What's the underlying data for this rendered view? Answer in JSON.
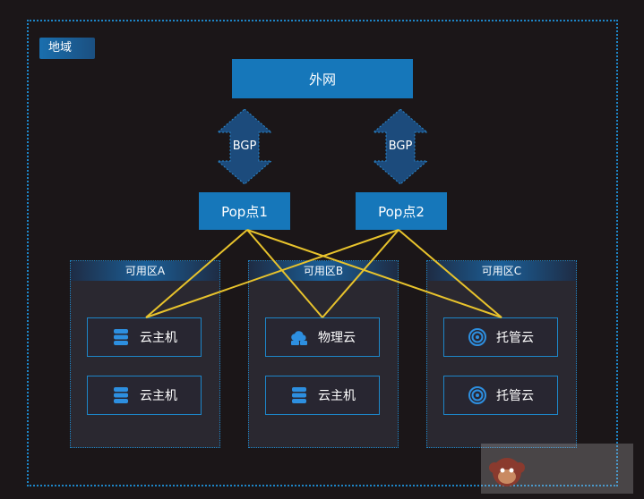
{
  "region": {
    "label": "地域"
  },
  "wan": {
    "label": "外网"
  },
  "bgp": [
    "BGP",
    "BGP"
  ],
  "pops": [
    "Pop点1",
    "Pop点2"
  ],
  "zones": [
    {
      "title": "可用区A",
      "nodes": [
        {
          "label": "云主机",
          "icon": "server-stack-icon"
        },
        {
          "label": "云主机",
          "icon": "server-stack-icon"
        }
      ]
    },
    {
      "title": "可用区B",
      "nodes": [
        {
          "label": "物理云",
          "icon": "physical-cloud-icon"
        },
        {
          "label": "云主机",
          "icon": "server-stack-icon"
        }
      ]
    },
    {
      "title": "可用区C",
      "nodes": [
        {
          "label": "托管云",
          "icon": "target-icon"
        },
        {
          "label": "托管云",
          "icon": "target-icon"
        }
      ]
    }
  ],
  "colors": {
    "background": "#1b1618",
    "accent": "#1677ba",
    "border": "#1d86c8",
    "link": "#e8c32c"
  }
}
